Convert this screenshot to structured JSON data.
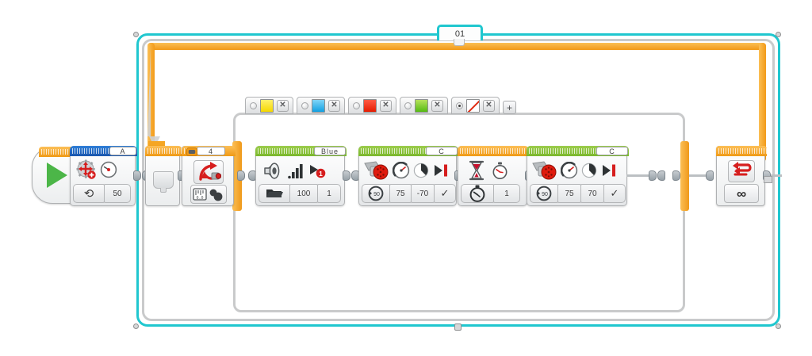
{
  "app": {
    "title": "LEGO MINDSTORMS EV3 Program Canvas"
  },
  "loop": {
    "name": "01",
    "mode_icon": "loop-infinite-icon",
    "mode_label": "∞",
    "loop_icon": "loop-arrow-icon"
  },
  "start_block": {
    "name": "start-block",
    "icon": "play-icon"
  },
  "blocks": [
    {
      "id": "medium-motor",
      "type": "medium-motor-block",
      "header_color": "#1a56ad",
      "port": "A",
      "icons": [
        "motor-gear-icon",
        "speed-gauge-icon"
      ],
      "params": [
        {
          "name": "mode-on-for-rotations-button",
          "value": "⟲",
          "kind": "button"
        },
        {
          "name": "power-value",
          "value": "50",
          "kind": "number"
        }
      ]
    },
    {
      "id": "flow-arrow",
      "type": "flow-control-block",
      "header_color": "#f09a16",
      "port": "",
      "icons": [
        "flow-tab-icon"
      ],
      "params": []
    },
    {
      "id": "switch-color-sensor",
      "type": "switch-block",
      "header_color": "#f09a16",
      "port": "4",
      "icons": [
        "switch-arrow-icon",
        "color-sensor-icon"
      ],
      "params": []
    },
    {
      "id": "sound-play-file",
      "type": "sound-block",
      "header_color": "#7ab82d",
      "port": "Blue",
      "icons": [
        "speaker-icon",
        "volume-bars-icon",
        "play-once-icon"
      ],
      "params": [
        {
          "name": "file-browse-button",
          "value": "📁",
          "kind": "button"
        },
        {
          "name": "volume-value",
          "value": "100",
          "kind": "number"
        },
        {
          "name": "play-type-value",
          "value": "1",
          "kind": "number"
        }
      ]
    },
    {
      "id": "large-motor-c-1",
      "type": "large-motor-block",
      "header_color": "#7ab82d",
      "port": "C",
      "icons": [
        "large-motor-icon",
        "speed-gauge-icon",
        "rotation-arc-icon",
        "brake-icon"
      ],
      "params": [
        {
          "name": "mode-on-for-degrees-button",
          "value": "90",
          "kind": "button"
        },
        {
          "name": "power-value",
          "value": "75",
          "kind": "number"
        },
        {
          "name": "degrees-value",
          "value": "-70",
          "kind": "number"
        },
        {
          "name": "brake-at-end-value",
          "value": "✓",
          "kind": "check"
        }
      ]
    },
    {
      "id": "wait-time",
      "type": "wait-block",
      "header_color": "#f09a16",
      "port": "",
      "icons": [
        "hourglass-icon",
        "stopwatch-icon"
      ],
      "params": [
        {
          "name": "mode-wait-time-button",
          "value": "⏱",
          "kind": "button"
        },
        {
          "name": "seconds-value",
          "value": "1",
          "kind": "number"
        }
      ]
    },
    {
      "id": "large-motor-c-2",
      "type": "large-motor-block",
      "header_color": "#7ab82d",
      "port": "C",
      "icons": [
        "large-motor-icon",
        "speed-gauge-icon",
        "rotation-arc-icon",
        "brake-icon"
      ],
      "params": [
        {
          "name": "mode-on-for-degrees-button",
          "value": "90",
          "kind": "button"
        },
        {
          "name": "power-value",
          "value": "75",
          "kind": "number"
        },
        {
          "name": "degrees-value",
          "value": "70",
          "kind": "number"
        },
        {
          "name": "brake-at-end-value",
          "value": "✓",
          "kind": "check"
        }
      ]
    }
  ],
  "switch_cases": [
    {
      "name": "case-tab-yellow",
      "color_name": "Yellow",
      "color": "#f5d800",
      "selected": false,
      "close_label": "✕"
    },
    {
      "name": "case-tab-blue",
      "color_name": "Blue",
      "color": "#11a0e2",
      "selected": false,
      "close_label": "✕"
    },
    {
      "name": "case-tab-red",
      "color_name": "Red",
      "color": "#e51b00",
      "selected": false,
      "close_label": "✕"
    },
    {
      "name": "case-tab-green",
      "color_name": "Green",
      "color": "#54bb12",
      "selected": false,
      "close_label": "✕"
    },
    {
      "name": "case-tab-no-color",
      "color_name": "No Color",
      "color": "#ffffff",
      "selected": true,
      "close_label": "✕"
    }
  ],
  "add_case_button": {
    "name": "add-case-button",
    "label": "+"
  },
  "palette_colors": {
    "loop_selection": "#20c7cf",
    "loop_body": "#f5a623",
    "action_green": "#7ab82d",
    "flow_orange": "#f09a16",
    "motor_blue": "#1a56ad"
  }
}
